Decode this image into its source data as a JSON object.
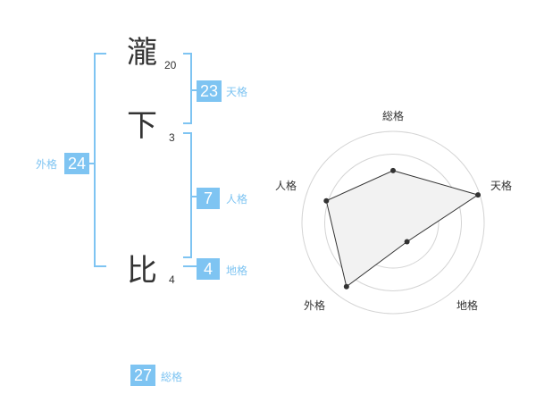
{
  "name": {
    "chars": [
      {
        "char": "瀧",
        "strokes": "20"
      },
      {
        "char": "下",
        "strokes": "3"
      },
      {
        "char": "比",
        "strokes": "4"
      }
    ]
  },
  "fortune": {
    "tenkaku": {
      "value": "23",
      "label": "天格"
    },
    "jinkaku": {
      "value": "7",
      "label": "人格"
    },
    "chikaku": {
      "value": "4",
      "label": "地格"
    },
    "gaikaku": {
      "value": "24",
      "label": "外格"
    },
    "soukaku": {
      "value": "27",
      "label": "総格"
    }
  },
  "chart_data": {
    "type": "radar",
    "axes": [
      "総格",
      "天格",
      "地格",
      "外格",
      "人格"
    ],
    "values": [
      0.57,
      0.98,
      0.26,
      0.87,
      0.77
    ],
    "rings": 4,
    "colors": {
      "fill": "#f2f2f2",
      "line": "#333333",
      "grid": "#d4d4d4",
      "center": "#bbbbbb"
    }
  },
  "colors": {
    "accent": "#7ec4f2",
    "text": "#333333"
  }
}
